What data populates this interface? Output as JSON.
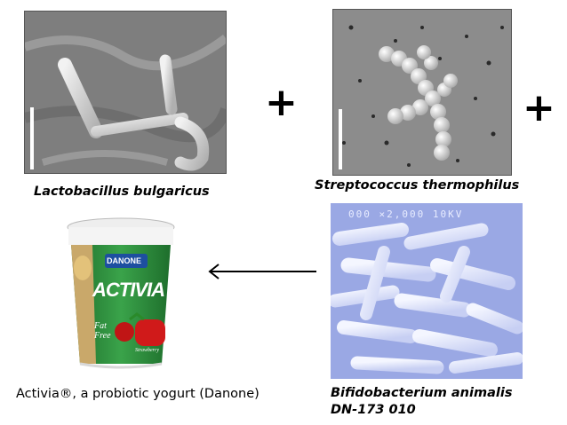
{
  "panels": {
    "lactobacillus": {
      "caption": "Lactobacillus bulgaricus"
    },
    "streptococcus": {
      "caption": "Streptococcus thermophilus"
    },
    "bifidobacterium": {
      "caption_line1": "Bifidobacterium animalis",
      "caption_line2": "DN-173 010",
      "overlay_text": "000 ×2,000 10KV"
    },
    "yogurt": {
      "caption": "Activia®, a probiotic yogurt (Danone)",
      "brand": "DANONE",
      "product": "ACTIVIA",
      "fat_free": "Fat Free",
      "flavor": "Strawberry"
    }
  },
  "symbols": {
    "plus": "+"
  },
  "colors": {
    "sem_gray": "#8a8a8a",
    "bifido_blue": "#a9b7ea",
    "activia_green": "#2e8b3a"
  }
}
